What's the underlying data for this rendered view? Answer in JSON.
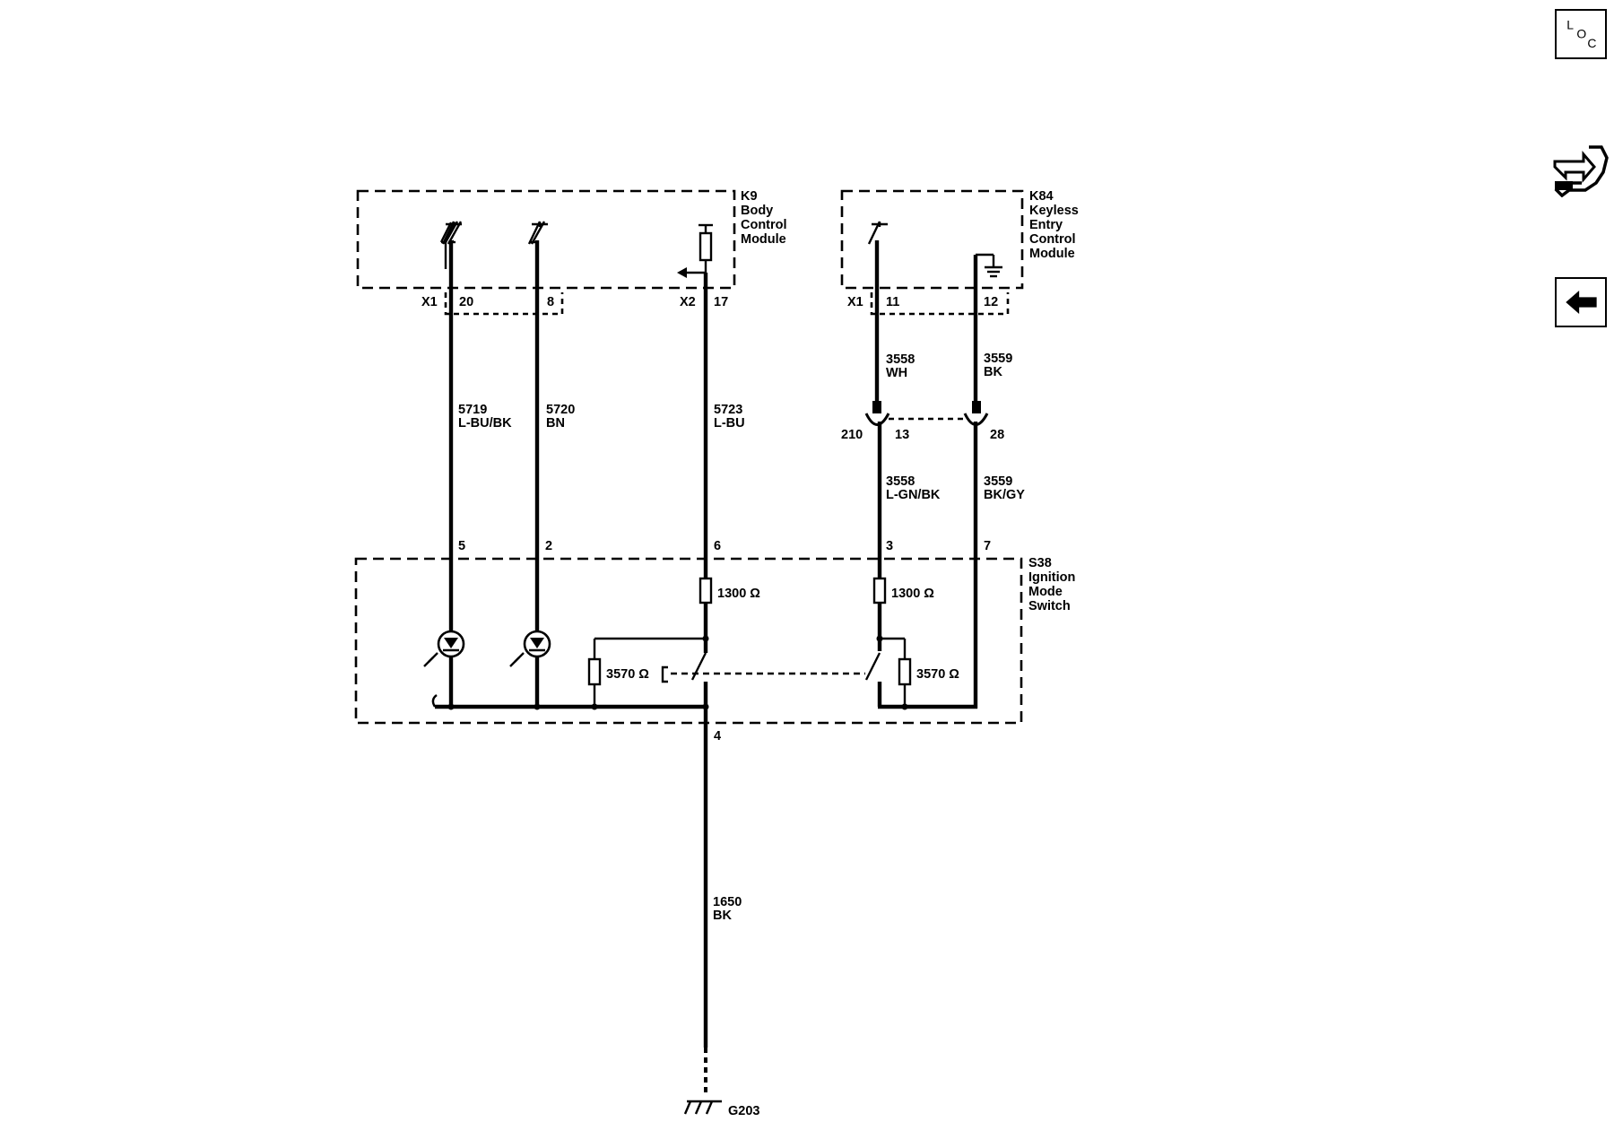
{
  "modules": {
    "k9": {
      "ref": "K9",
      "line1": "Body",
      "line2": "Control",
      "line3": "Module"
    },
    "k84": {
      "ref": "K84",
      "line1": "Keyless",
      "line2": "Entry",
      "line3": "Control",
      "line4": "Module"
    },
    "s38": {
      "ref": "S38",
      "line1": "Ignition",
      "line2": "Mode",
      "line3": "Switch"
    }
  },
  "connectors": {
    "k9_x1": "X1",
    "k9_x2": "X2",
    "k84_x1": "X1",
    "inline": "210"
  },
  "pins": {
    "k9_20": "20",
    "k9_8": "8",
    "k9_17": "17",
    "k84_11": "11",
    "k84_12": "12",
    "inline_13": "13",
    "inline_28": "28",
    "s38_5": "5",
    "s38_2": "2",
    "s38_6": "6",
    "s38_3": "3",
    "s38_7": "7",
    "s38_4": "4"
  },
  "wires": {
    "w5719": {
      "circuit": "5719",
      "color": "L-BU/BK"
    },
    "w5720": {
      "circuit": "5720",
      "color": "BN"
    },
    "w5723": {
      "circuit": "5723",
      "color": "L-BU"
    },
    "w3558_top": {
      "circuit": "3558",
      "color": "WH"
    },
    "w3559_top": {
      "circuit": "3559",
      "color": "BK"
    },
    "w3558_bot": {
      "circuit": "3558",
      "color": "L-GN/BK"
    },
    "w3559_bot": {
      "circuit": "3559",
      "color": "BK/GY"
    },
    "w1650": {
      "circuit": "1650",
      "color": "BK"
    }
  },
  "resistors": {
    "r_left_series": "1300 Ω",
    "r_right_series": "1300 Ω",
    "r_left_parallel": "3570 Ω",
    "r_right_parallel": "3570 Ω"
  },
  "ground": {
    "label": "G203"
  },
  "nav": {
    "loc": {
      "l1": "L",
      "l2": "O",
      "l3": "C"
    },
    "connector_icon": "connector-wrench-icon",
    "back_icon": "back-arrow-icon"
  }
}
